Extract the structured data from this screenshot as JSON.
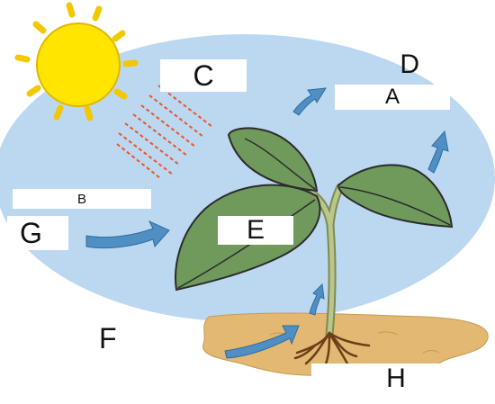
{
  "diagram": {
    "labels": {
      "a": "A",
      "b": "B",
      "c": "C",
      "d": "D",
      "e": "E",
      "f": "F",
      "g": "G",
      "h": "H"
    },
    "colors": {
      "sky": "#bcd8f0",
      "sun": "#ffe500",
      "sun_outline": "#e3b600",
      "soil": "#e2b872",
      "leaf": "#6f9a5c",
      "leaf_outline": "#2b2b2b",
      "arrow": "#4f8fc4",
      "light_rays": "#e8562a",
      "stem": "#b9c78a"
    },
    "icons": [
      "sun-icon",
      "plant-icon",
      "soil-patch",
      "arrow-icon",
      "light-rays"
    ]
  }
}
